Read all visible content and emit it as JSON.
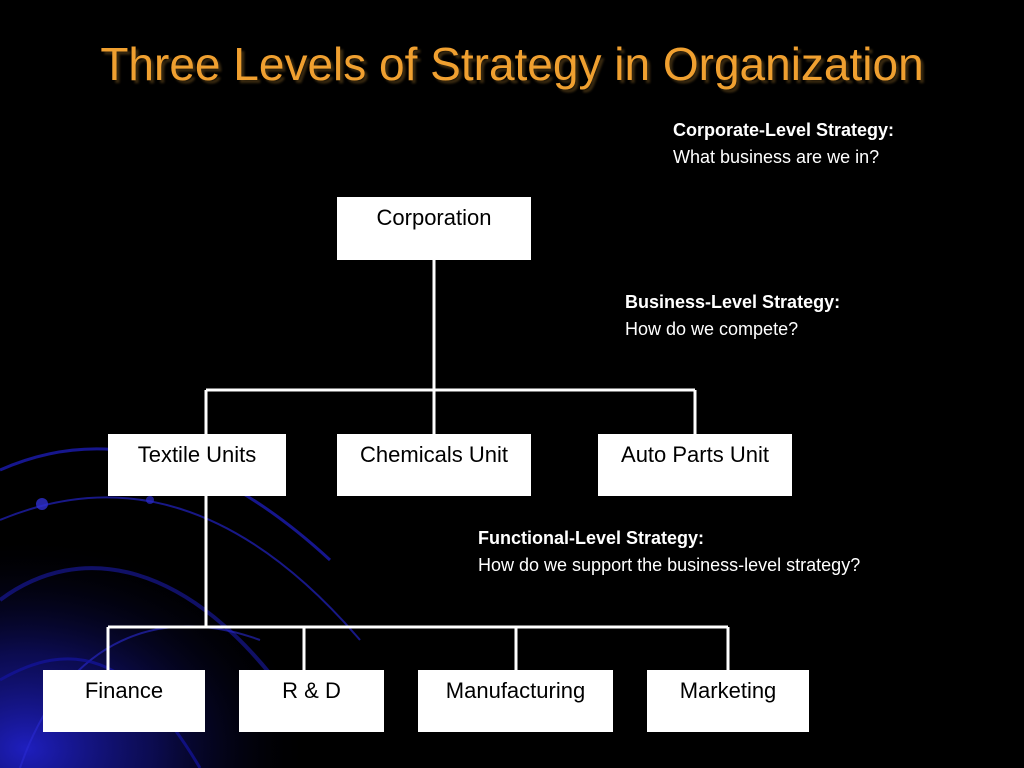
{
  "slide": {
    "title": "Three Levels of Strategy in Organization"
  },
  "colors": {
    "background": "#000000",
    "title": "#f0a030",
    "box_fill": "#ffffff",
    "connector": "#ffffff",
    "accent_swirl": "#1a1aa0"
  },
  "annotations": {
    "corporate": {
      "heading": "Corporate-Level Strategy:",
      "question": "What business are we in?"
    },
    "business": {
      "heading": "Business-Level Strategy:",
      "question": "How do we compete?"
    },
    "functional": {
      "heading": "Functional-Level Strategy:",
      "question": "How do we support the business-level strategy?"
    }
  },
  "org_chart": {
    "root": "Corporation",
    "business_units": [
      "Textile Units",
      "Chemicals Unit",
      "Auto Parts Unit"
    ],
    "functions": [
      "Finance",
      "R & D",
      "Manufacturing",
      "Marketing"
    ]
  }
}
